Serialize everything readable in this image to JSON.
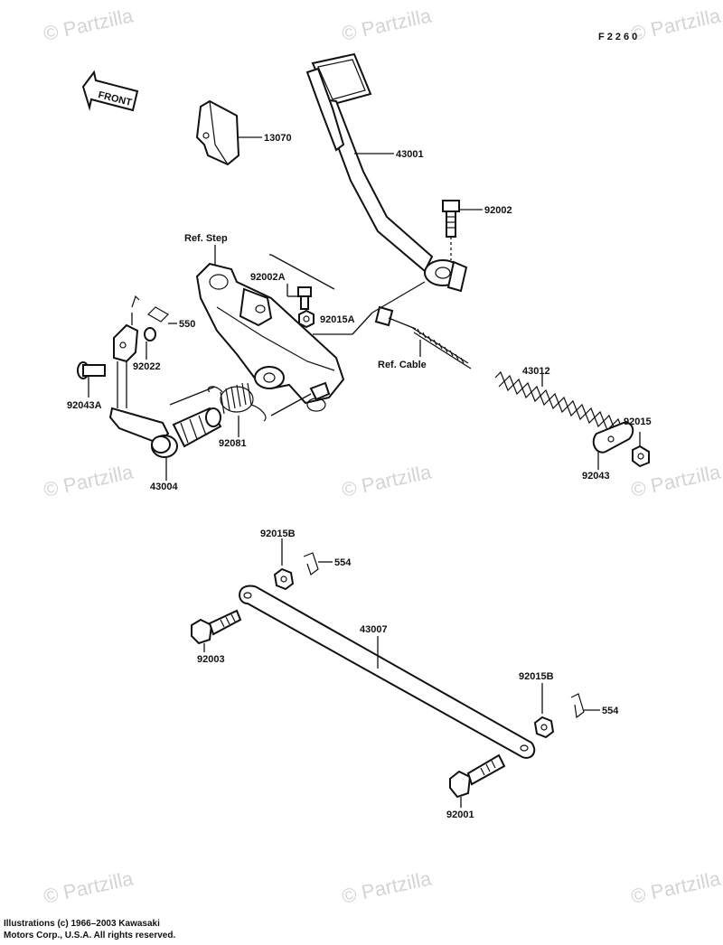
{
  "figure_code": "F2260",
  "watermarks": [
    "© Partzilla",
    "© Partzilla",
    "© Partzilla",
    "© Partzilla",
    "© Partzilla",
    "© Partzilla",
    "© Partzilla",
    "© Partzilla",
    "© Partzilla"
  ],
  "front_label": "FRONT",
  "labels": {
    "p13070": "13070",
    "p43001": "43001",
    "p92002": "92002",
    "ref_step": "Ref. Step",
    "p92002A": "92002A",
    "p92015A": "92015A",
    "p550": "550",
    "p92022": "92022",
    "p92043A": "92043A",
    "ref_cable": "Ref. Cable",
    "p43012": "43012",
    "p92081": "92081",
    "p43004": "43004",
    "p92015": "92015",
    "p92043": "92043",
    "p92015B_top": "92015B",
    "p554_top": "554",
    "p43007": "43007",
    "p92003": "92003",
    "p92015B_bottom": "92015B",
    "p554_bottom": "554",
    "p92001": "92001"
  },
  "footer": {
    "line1": "Illustrations (c) 1966–2003 Kawasaki",
    "line2": "Motors Corp., U.S.A.  All rights reserved."
  }
}
